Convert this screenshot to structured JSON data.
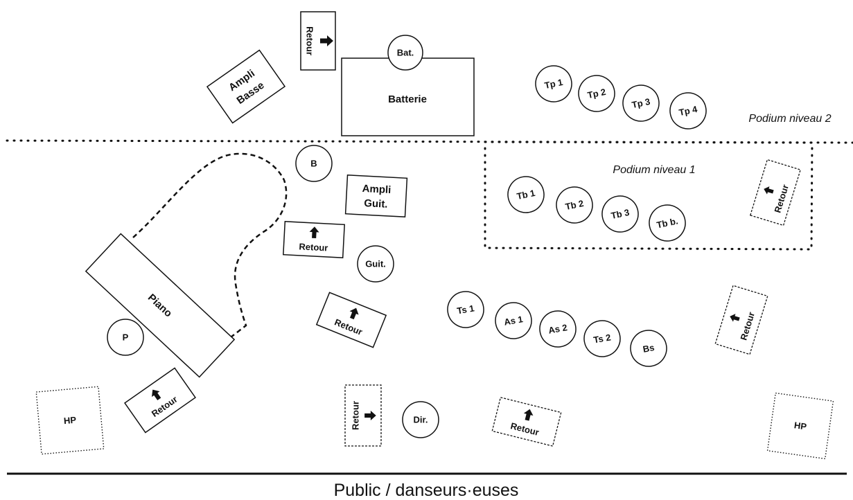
{
  "stage": {
    "podium_2_label": "Podium niveau 2",
    "podium_1_label": "Podium niveau 1",
    "audience_label": "Public / danseurs·euses"
  },
  "instruments": {
    "ampli_basse": [
      "Ampli",
      "Basse"
    ],
    "batterie": "Batterie",
    "bat": "Bat.",
    "bass": "B",
    "ampli_guit": [
      "Ampli",
      "Guit."
    ],
    "guit": "Guit.",
    "piano": "Piano",
    "p": "P",
    "dir": "Dir.",
    "hp": "HP",
    "tp": [
      "Tp 1",
      "Tp 2",
      "Tp 3",
      "Tp 4"
    ],
    "tb": [
      "Tb 1",
      "Tb 2",
      "Tb 3",
      "Tb b."
    ],
    "sax": [
      "Ts 1",
      "As 1",
      "As 2",
      "Ts 2",
      "Bs"
    ]
  },
  "monitors": {
    "label": "Retour"
  }
}
